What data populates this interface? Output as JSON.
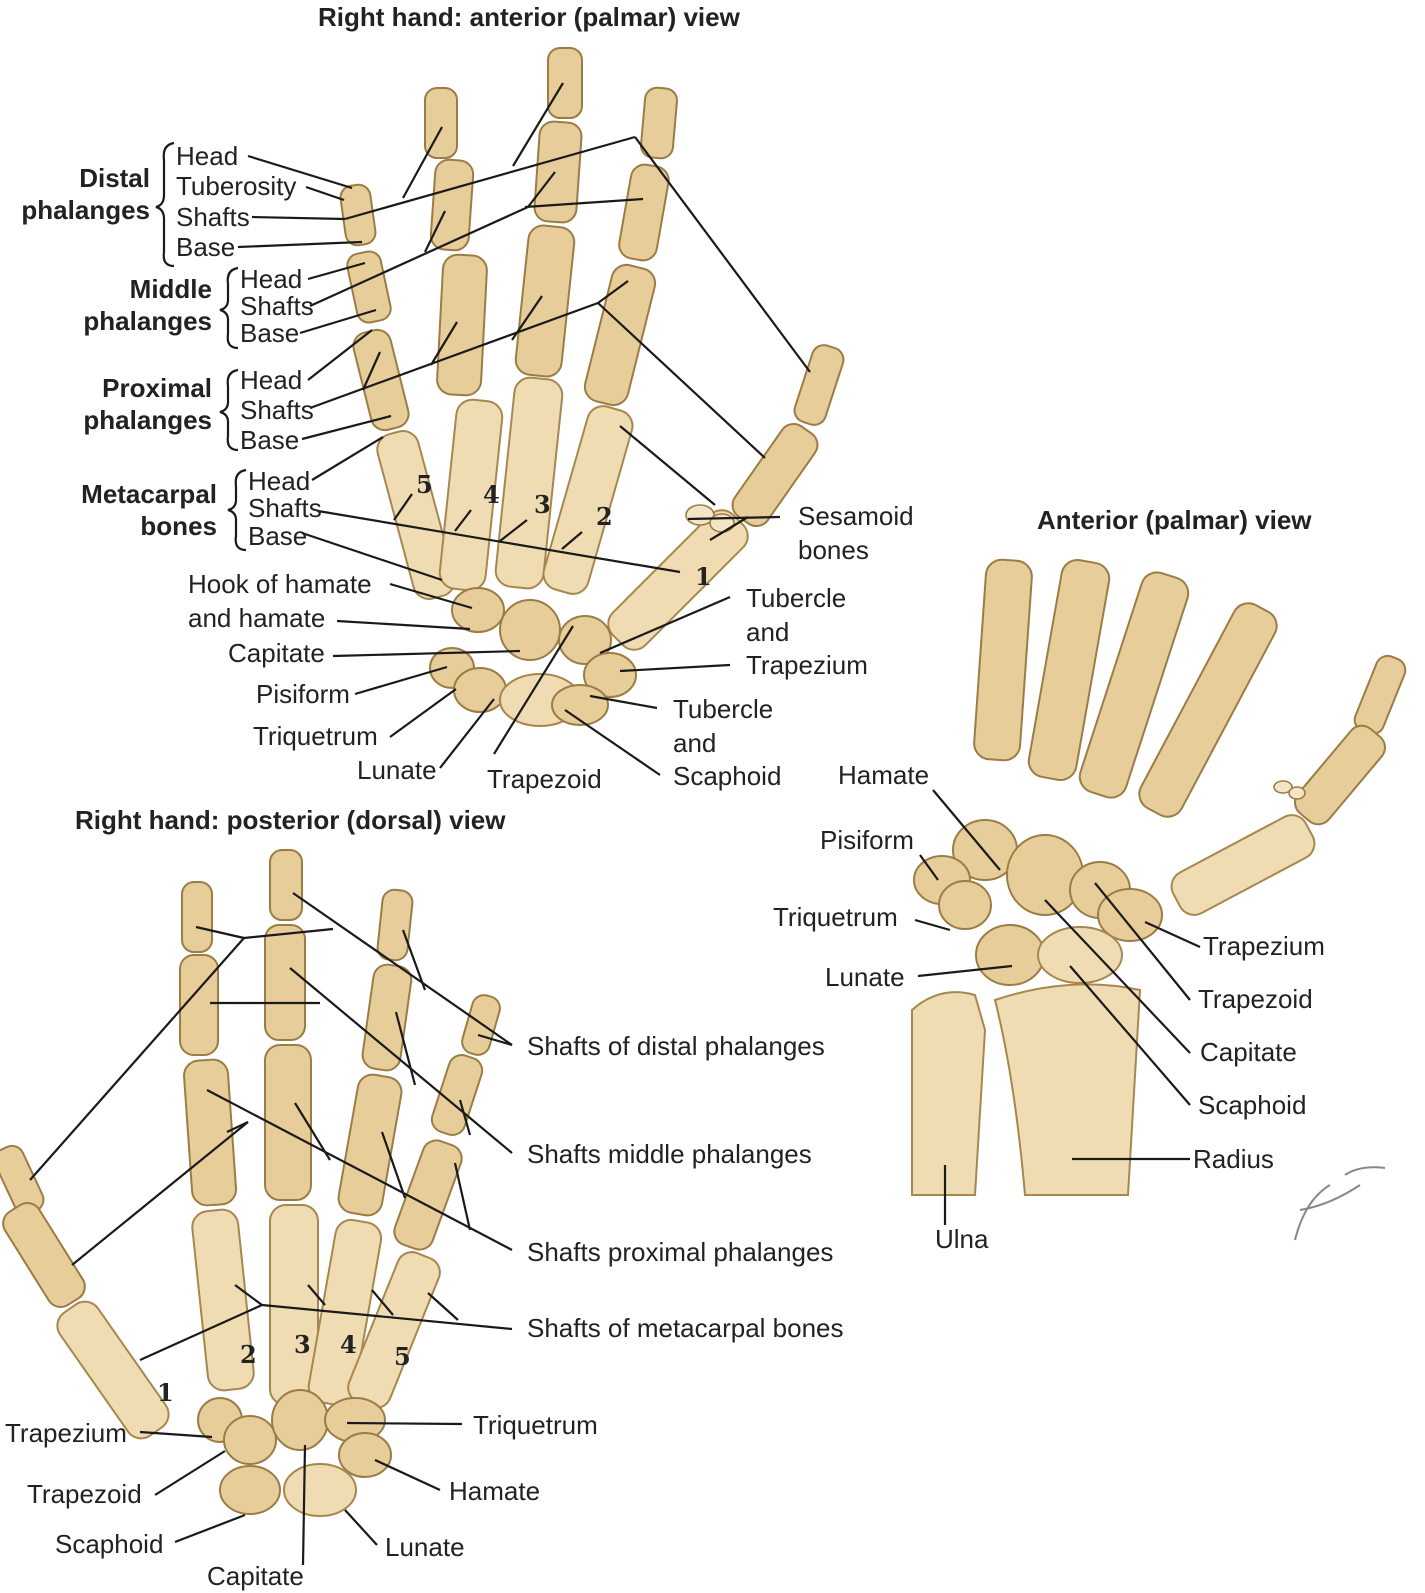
{
  "titles": {
    "anterior": "Right hand: anterior (palmar) view",
    "posterior": "Right hand: posterior (dorsal) view",
    "wrist": "Anterior (palmar) view"
  },
  "anterior": {
    "groups": {
      "distal": [
        "Distal",
        "phalanges"
      ],
      "middle": [
        "Middle",
        "phalanges"
      ],
      "proximal": [
        "Proximal",
        "phalanges"
      ],
      "metacarpal": [
        "Metacarpal",
        "bones"
      ]
    },
    "sub": {
      "head": "Head",
      "tuberosity": "Tuberosity",
      "shafts": "Shafts",
      "base": "Base"
    },
    "labels": {
      "hook_hamate_1": "Hook of hamate",
      "hook_hamate_2": "and hamate",
      "capitate": "Capitate",
      "pisiform": "Pisiform",
      "triquetrum": "Triquetrum",
      "lunate": "Lunate",
      "trapezoid": "Trapezoid",
      "sesamoid_1": "Sesamoid",
      "sesamoid_2": "bones",
      "tub_trap_1": "Tubercle",
      "tub_trap_2": "and",
      "tub_trap_3": "Trapezium",
      "tub_scaph_1": "Tubercle",
      "tub_scaph_2": "and",
      "tub_scaph_3": "Scaphoid"
    },
    "numbers": [
      "5",
      "4",
      "3",
      "2",
      "1"
    ]
  },
  "posterior": {
    "labels": {
      "distal": "Shafts of distal phalanges",
      "middle": "Shafts middle phalanges",
      "proximal": "Shafts proximal phalanges",
      "metacarpal": "Shafts of metacarpal bones",
      "trapezium": "Trapezium",
      "trapezoid": "Trapezoid",
      "scaphoid": "Scaphoid",
      "capitate": "Capitate",
      "triquetrum": "Triquetrum",
      "hamate": "Hamate",
      "lunate": "Lunate"
    },
    "numbers": [
      "1",
      "2",
      "3",
      "4",
      "5"
    ]
  },
  "wrist": {
    "labels": {
      "hamate": "Hamate",
      "pisiform": "Pisiform",
      "triquetrum": "Triquetrum",
      "lunate": "Lunate",
      "trapezium": "Trapezium",
      "trapezoid": "Trapezoid",
      "capitate": "Capitate",
      "scaphoid": "Scaphoid",
      "radius": "Radius",
      "ulna": "Ulna"
    }
  },
  "signature": "F. Netter M.D."
}
